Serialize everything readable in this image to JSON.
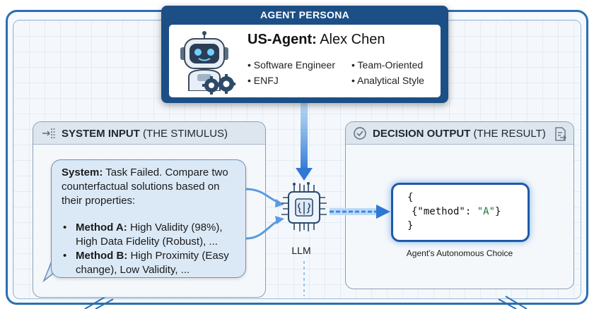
{
  "persona": {
    "header": "AGENT PERSONA",
    "name_prefix": "US-Agent:",
    "name": "Alex Chen",
    "traits": [
      "Software Engineer",
      "Team-Oriented",
      "ENFJ",
      "Analytical Style"
    ]
  },
  "system_input": {
    "title_bold": "SYSTEM INPUT",
    "title_rest": "(THE STIMULUS)",
    "message_label": "System:",
    "message": "Task Failed. Compare two counterfactual solutions based on their properties:",
    "methods": [
      {
        "label": "Method A:",
        "text": "High Validity (98%), High Data Fidelity (Robust), ..."
      },
      {
        "label": "Method B:",
        "text": "High Proximity (Easy change), Low Validity, ..."
      }
    ]
  },
  "llm": {
    "label": "LLM"
  },
  "decision_output": {
    "title_bold": "DECISION OUTPUT",
    "title_rest": "(THE RESULT)",
    "code_open": "{",
    "code_key": "{\"method\": ",
    "code_value": "\"A\"",
    "code_close_inner": "}",
    "code_close": "}",
    "caption": "Agent's Autonomous Choice"
  },
  "colors": {
    "frame": "#2a6fb0",
    "persona_bg": "#1c4f86",
    "arrow": "#3f86dc",
    "code_border": "#1d5aa6",
    "string": "#187a34"
  },
  "icons": [
    "robot-avatar-icon",
    "gear-icon",
    "input-arrow-icon",
    "check-circle-icon",
    "document-arrow-icon",
    "chip-brain-icon"
  ]
}
